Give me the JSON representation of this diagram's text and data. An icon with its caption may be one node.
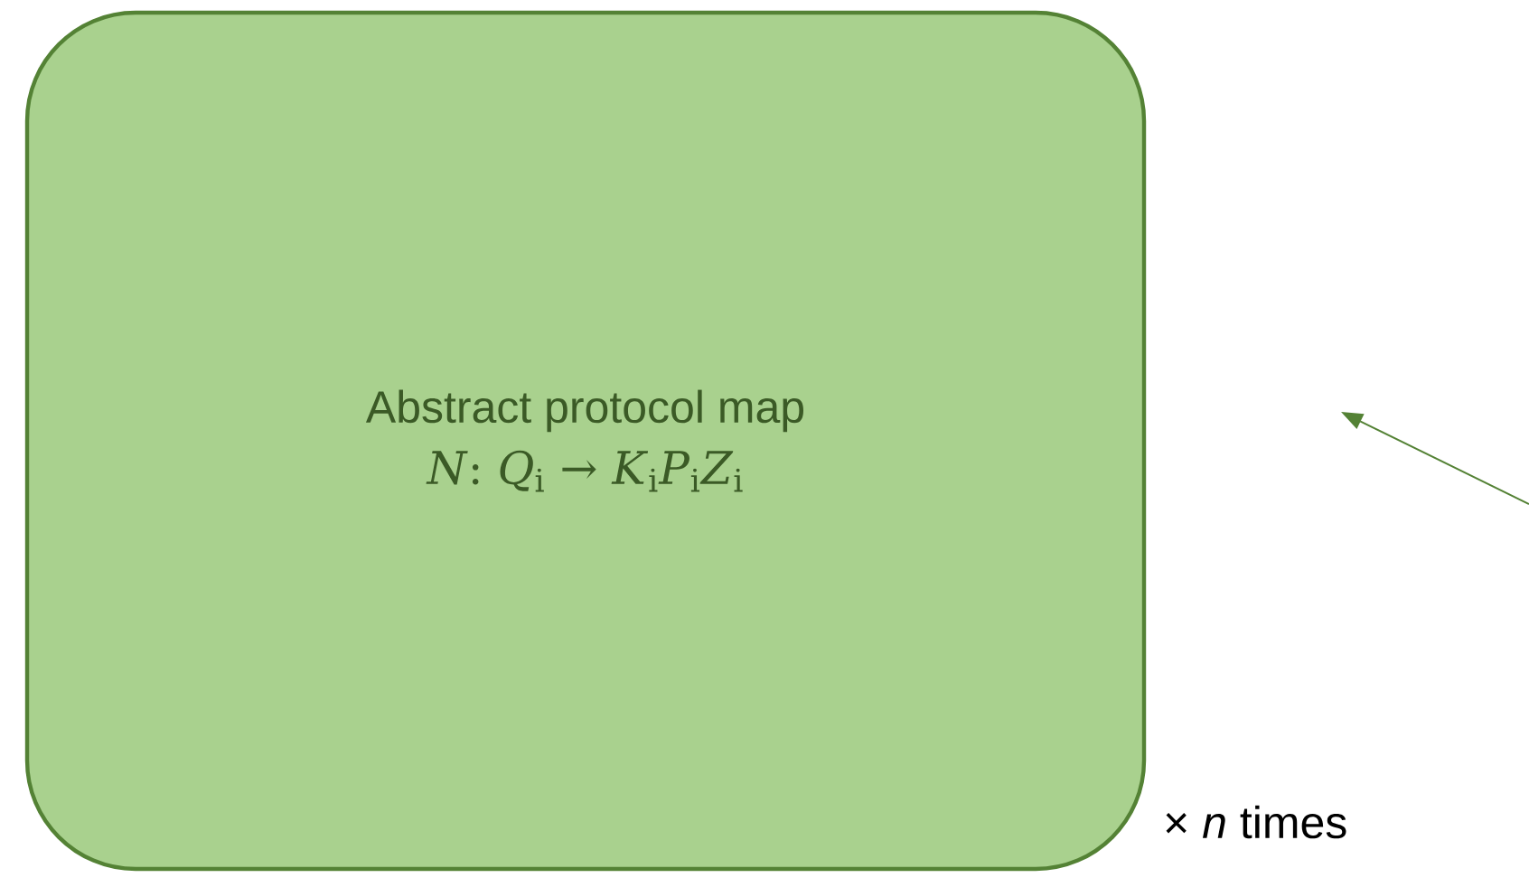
{
  "diagram": {
    "nodes": [
      {
        "text": [
          "Abstract protocol map",
          "*N*: *Q*$_{i}$ → *K*$_{i}$*P*$_{i}$*Z*$_{i}$"
        ]
      }
    ],
    "labels": [
      "× *n* times"
    ]
  }
}
